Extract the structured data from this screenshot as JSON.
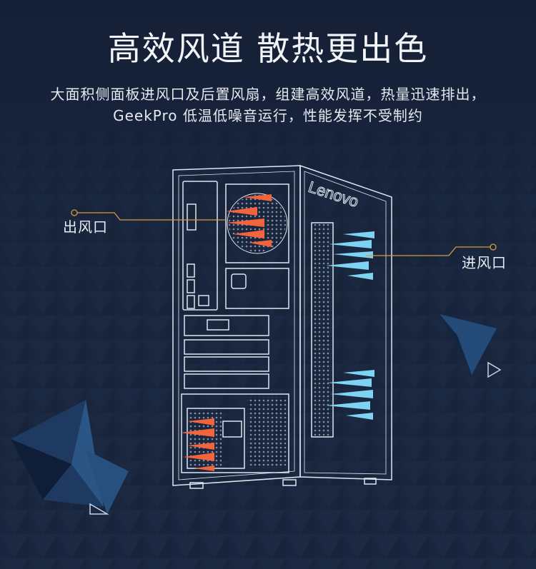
{
  "headline": "高效风道 散热更出色",
  "description": {
    "line1": "大面积侧面板进风口及后置风扇，组建高效风道，热量迅速排出，",
    "line2": "GeekPro 低温低噪音运行，性能发挥不受制约"
  },
  "callouts": {
    "outlet_label": "出风口",
    "inlet_label": "进风口"
  },
  "case_brand": "Lenovo",
  "colors": {
    "background": "#1a2740",
    "line": "#dfe6f0",
    "exhaust_arrow": "#f2643c",
    "intake_arrow": "#7fd3f2",
    "callout_line": "#d89a3c"
  }
}
